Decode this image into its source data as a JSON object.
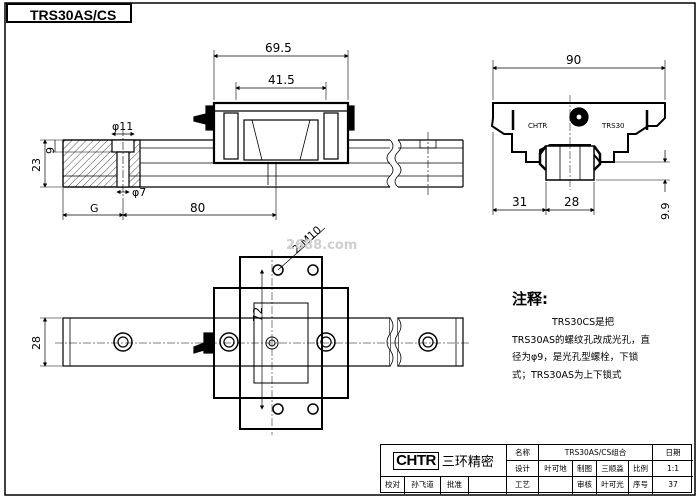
{
  "header": {
    "title": "TRS30AS/CS"
  },
  "watermark": {
    "text": "2688.com"
  },
  "front_view": {
    "dims": [
      "69.5",
      "41.5",
      "φ11",
      "9",
      "23",
      "φ7",
      "G",
      "80"
    ]
  },
  "end_view": {
    "dims": [
      "90",
      "31",
      "28",
      "9.9"
    ],
    "labels": {
      "brand": "CHTR",
      "model": "TRS30"
    }
  },
  "top_view": {
    "dims": [
      "2-M10",
      "72",
      "28"
    ]
  },
  "note": {
    "title": "注释:",
    "text": "TRS30CS是把TRS30AS的螺纹孔改成光孔，直径为φ9，是光孔型螺栓，下锁式；TRS30AS为上下锁式"
  },
  "title_block": {
    "brand": "CHTR",
    "company": "三环精密",
    "labels": {
      "name": "名称",
      "date": "日期",
      "design": "设计",
      "draw": "制图",
      "scale": "比例",
      "check": "校对",
      "approve": "批准",
      "process": "工艺",
      "review": "审核",
      "seq": "序号"
    },
    "values": {
      "name": "TRS30AS/CS组合",
      "design": "叶可地",
      "draw": "三顺淼",
      "scale": "1:1",
      "check": "孙飞道",
      "review": "叶可光",
      "seq": "37"
    }
  }
}
